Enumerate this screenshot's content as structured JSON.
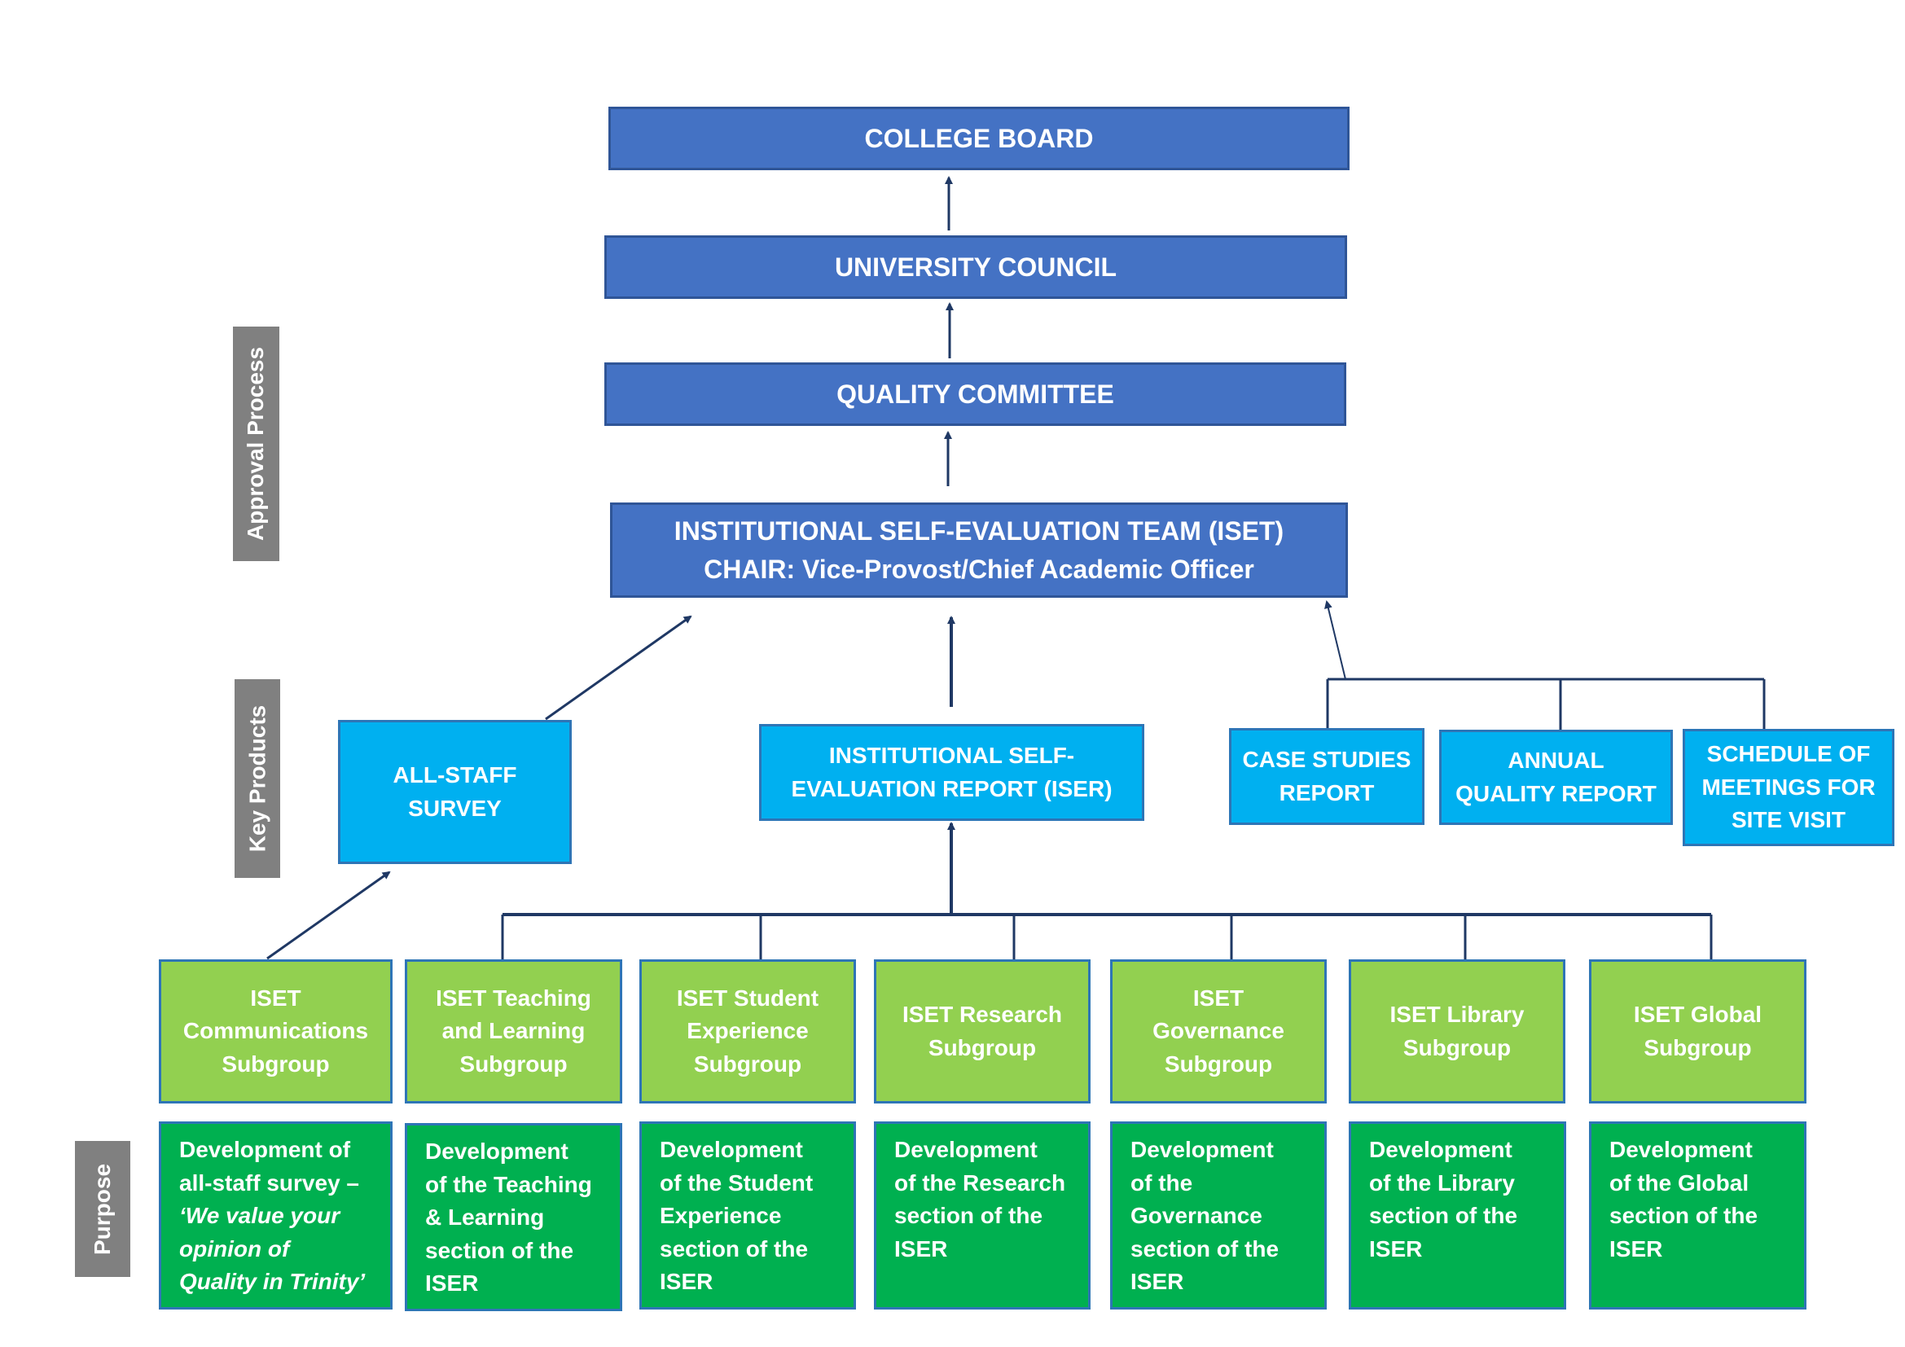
{
  "side_labels": {
    "approval_process": "Approval Process",
    "key_products": "Key Products",
    "purpose": "Purpose"
  },
  "approval": {
    "college_board": "COLLEGE BOARD",
    "university_council": "UNIVERSITY COUNCIL",
    "quality_committee": "QUALITY COMMITTEE",
    "iset_line1": "INSTITUTIONAL SELF-EVALUATION TEAM (ISET)",
    "iset_line2": "CHAIR: Vice-Provost/Chief Academic Officer"
  },
  "products": {
    "all_staff_survey": [
      "ALL-STAFF",
      "SURVEY"
    ],
    "iser": [
      "INSTITUTIONAL SELF-",
      "EVALUATION REPORT (ISER)"
    ],
    "case_studies": [
      "CASE STUDIES",
      "REPORT"
    ],
    "annual_quality": [
      "ANNUAL",
      "QUALITY REPORT"
    ],
    "schedule": [
      "SCHEDULE OF",
      "MEETINGS FOR",
      "SITE VISIT"
    ]
  },
  "subgroups": [
    [
      "ISET",
      "Communications",
      "Subgroup"
    ],
    [
      "ISET Teaching",
      "and Learning",
      "Subgroup"
    ],
    [
      "ISET Student",
      "Experience",
      "Subgroup"
    ],
    [
      "ISET Research",
      "Subgroup"
    ],
    [
      "ISET",
      "Governance",
      "Subgroup"
    ],
    [
      "ISET Library",
      "Subgroup"
    ],
    [
      "ISET Global",
      "Subgroup"
    ]
  ],
  "purposes": [
    {
      "lines": [
        "Development of",
        "all-staff survey –"
      ],
      "italic_lines": [
        "‘We value your",
        "opinion of",
        "Quality in Trinity’"
      ]
    },
    {
      "lines": [
        "Development",
        "of the Teaching",
        "& Learning",
        "section of the",
        "ISER"
      ]
    },
    {
      "lines": [
        "Development",
        "of the Student",
        "Experience",
        "section of the",
        "ISER"
      ]
    },
    {
      "lines": [
        "Development",
        "of the Research",
        "section of the",
        "ISER"
      ]
    },
    {
      "lines": [
        "Development",
        "of the",
        "Governance",
        "section of the",
        "ISER"
      ]
    },
    {
      "lines": [
        "Development",
        "of the Library",
        "section of the",
        "ISER"
      ]
    },
    {
      "lines": [
        "Development",
        "of the Global",
        "section of the",
        "ISER"
      ]
    }
  ],
  "colors": {
    "approval_fill": "#4472C4",
    "product_fill": "#00B0F0",
    "subgroup_fill": "#92D050",
    "purpose_fill": "#00B050",
    "side_label_fill": "#808080",
    "connector": "#1F3864"
  }
}
